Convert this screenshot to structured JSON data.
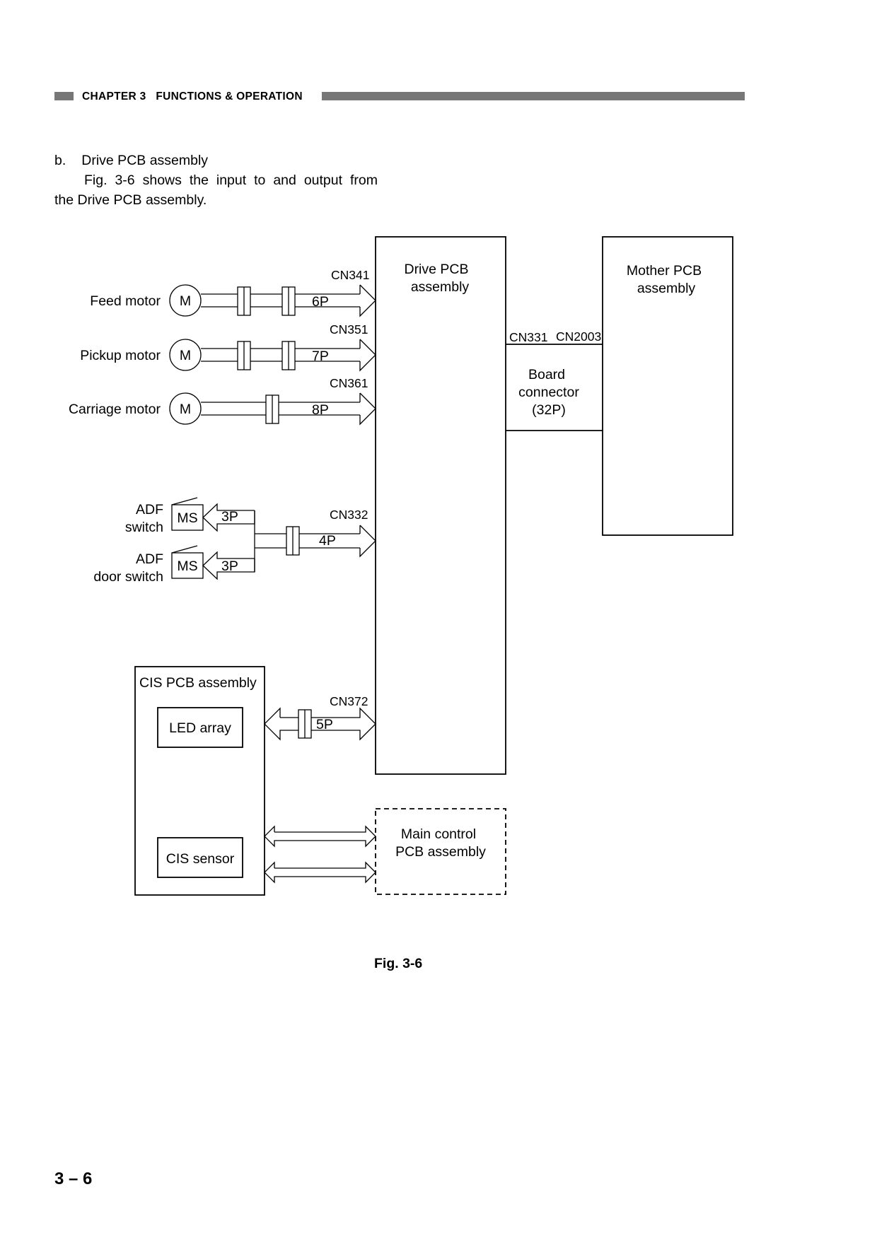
{
  "header": {
    "chapter_label": "CHAPTER 3   FUNCTIONS & OPERATION"
  },
  "section": {
    "marker": "b.",
    "title": "Drive PCB assembly",
    "para_line1": "Fig. 3-6 shows the input to and output from",
    "para_line2": "the Drive PCB assembly."
  },
  "diagram": {
    "drive_pcb": [
      "Drive PCB",
      "assembly"
    ],
    "mother_pcb": [
      "Mother PCB",
      "assembly"
    ],
    "board_connector": [
      "Board",
      "connector",
      "(32P)"
    ],
    "cn331": "CN331",
    "cn2003": "CN2003",
    "motors": [
      {
        "label": "Feed motor",
        "symbol": "M",
        "connector": "CN341",
        "pins": "6P"
      },
      {
        "label": "Pickup motor",
        "symbol": "M",
        "connector": "CN351",
        "pins": "7P"
      },
      {
        "label": "Carriage motor",
        "symbol": "M",
        "connector": "CN361",
        "pins": "8P"
      }
    ],
    "switches": [
      {
        "label": [
          "ADF",
          "switch"
        ],
        "symbol": "MS",
        "pins": "3P"
      },
      {
        "label": [
          "ADF",
          "door switch"
        ],
        "symbol": "MS",
        "pins": "3P"
      }
    ],
    "switch_connector": "CN332",
    "switch_pins": "4P",
    "cis_pcb": "CIS PCB assembly",
    "led_array": "LED array",
    "cis_sensor": "CIS sensor",
    "cis_connector": "CN372",
    "cis_pins": "5P",
    "main_control": [
      "Main control",
      "PCB assembly"
    ]
  },
  "caption": "Fig. 3-6",
  "page_number": "3 – 6"
}
